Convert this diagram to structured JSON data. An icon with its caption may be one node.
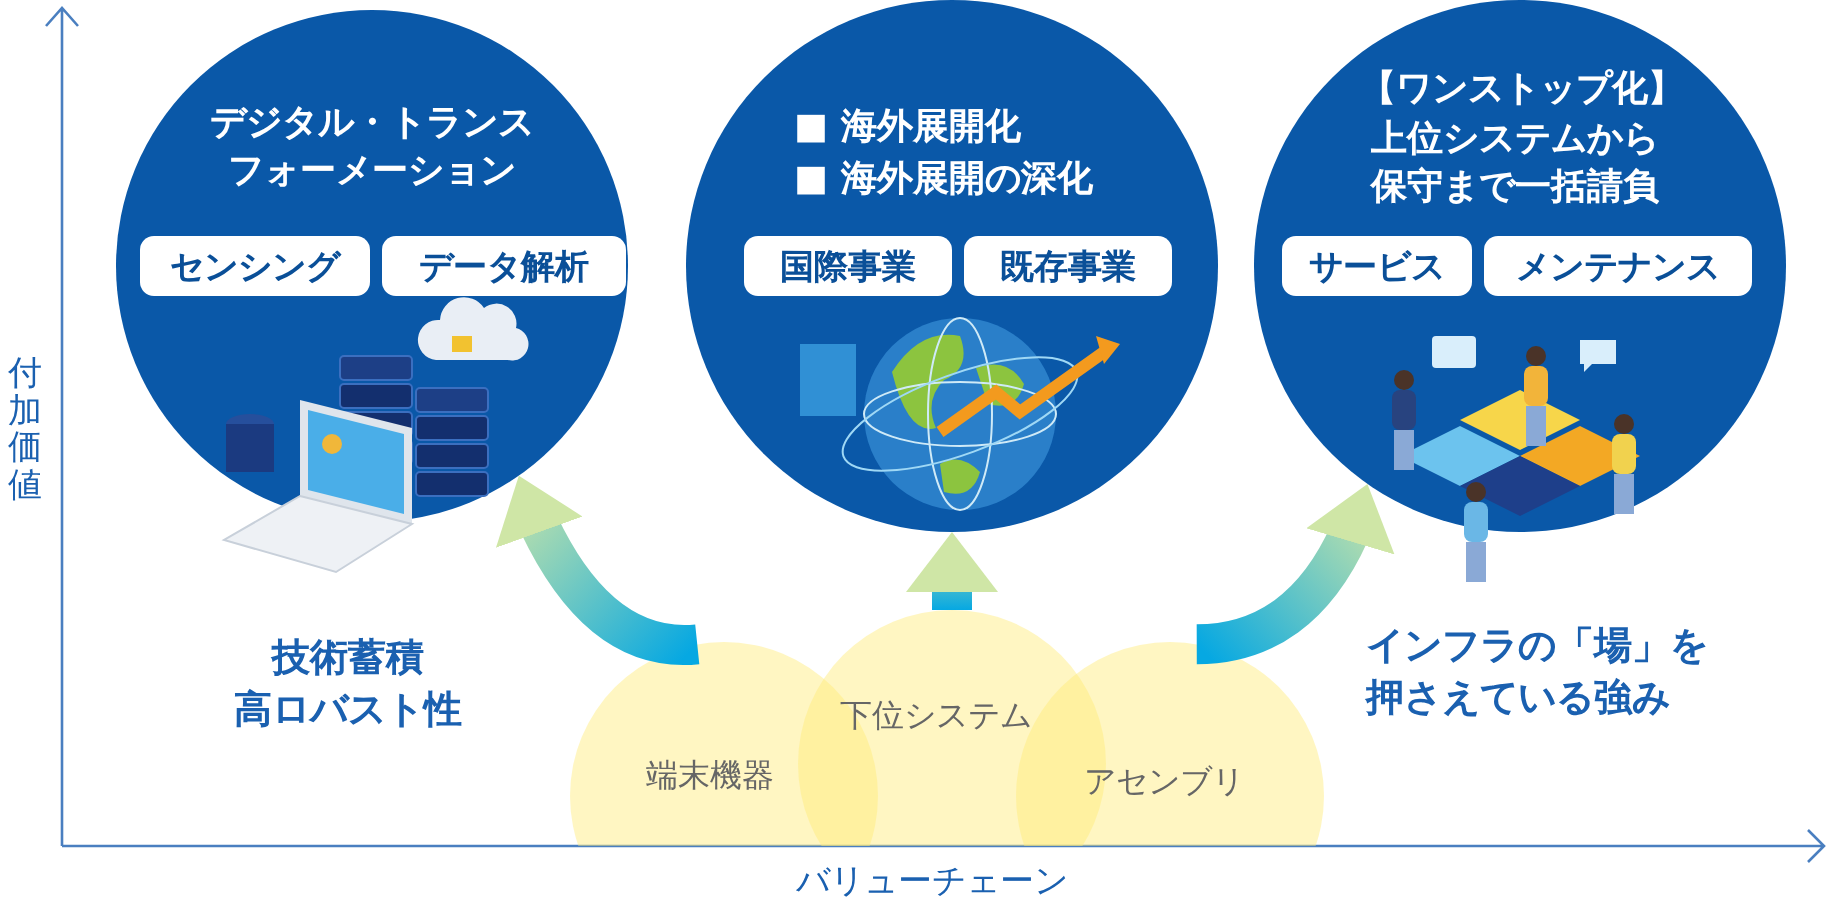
{
  "diagram": {
    "nodes": [
      {
        "text": [
          "デジタル・トランスフォーメーション"
        ]
      },
      {
        "text": [
          "センシング"
        ],
        "in": 0
      },
      {
        "text": [
          "データ解析"
        ],
        "in": 0
      },
      {
        "text": [
          "■ 海外展開化",
          "■ 海外展開の深化"
        ]
      },
      {
        "text": [
          "国際事業"
        ],
        "in": 3
      },
      {
        "text": [
          "既存事業"
        ],
        "in": 3
      },
      {
        "text": [
          "【ワンストップ化】",
          "上位システムから保守まで一括請負"
        ]
      },
      {
        "text": [
          "サービス"
        ],
        "in": 6
      },
      {
        "text": [
          "メンテナンス"
        ],
        "in": 6
      },
      {
        "text": [
          "端末機器"
        ]
      },
      {
        "text": [
          "下位システム"
        ]
      },
      {
        "text": [
          "アセンブリ"
        ]
      }
    ],
    "edges": [
      {
        "from": 9,
        "to": 0,
        "arrow": "to"
      },
      {
        "from": 10,
        "to": 3,
        "arrow": "to"
      },
      {
        "from": 11,
        "to": 6,
        "arrow": "to"
      }
    ],
    "labels": [
      "付加価値",
      "技術蓄積",
      "高ロバスト性",
      "インフラの「場」を押さえている強み",
      "バリューチェーン"
    ]
  }
}
